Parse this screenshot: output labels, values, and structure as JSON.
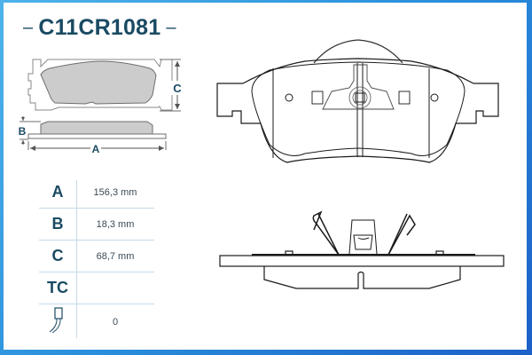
{
  "product": {
    "code": "C11CR1081"
  },
  "diagram_labels": {
    "dimension_a": "A",
    "dimension_b": "B",
    "dimension_c": "C"
  },
  "specs": [
    {
      "key": "A",
      "value": "156,3 mm"
    },
    {
      "key": "B",
      "value": "18,3 mm"
    },
    {
      "key": "C",
      "value": "68,7 mm"
    },
    {
      "key": "TC",
      "value": ""
    },
    {
      "key": "wear-sensor-icon",
      "value": "0"
    }
  ],
  "colors": {
    "border_gradient_start": "#4fb3ea",
    "border_gradient_end": "#1c5fc8",
    "title_color": "#1a4a63",
    "pad_fill": "#cccccc",
    "line_color": "#1a1a1a",
    "divider": "#c5d9e6"
  }
}
